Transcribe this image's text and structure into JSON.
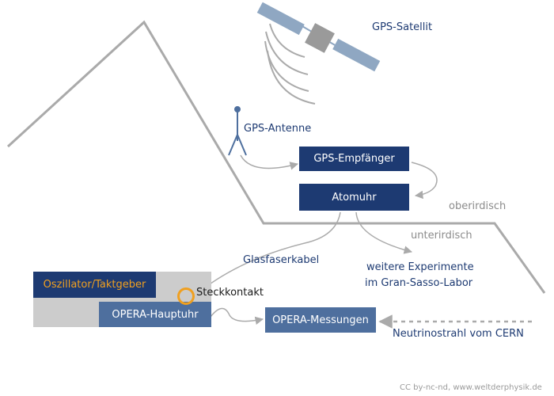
{
  "labels": {
    "gps_satellite": "GPS-Satellit",
    "gps_antenna": "GPS-Antenne",
    "gps_receiver": "GPS-Empfänger",
    "atomic_clock": "Atomuhr",
    "above_ground": "oberirdisch",
    "below_ground": "unterirdisch",
    "fiber_cable": "Glasfaserkabel",
    "further_experiments_line1": "weitere Experimente",
    "further_experiments_line2": "im Gran-Sasso-Labor",
    "oscillator": "Oszillator/Taktgeber",
    "plug_contact": "Steckkontakt",
    "main_clock": "OPERA-Hauptuhr",
    "measurements": "OPERA-Messungen",
    "neutrino_beam": "Neutrinostrahl vom CERN",
    "credit": "CC by-nc-nd, www.weltderphysik.de"
  },
  "colors": {
    "dark_blue": "#1d3a72",
    "medium_blue": "#4e6f9e",
    "gray": "#aaaaaa",
    "light_gray": "#cccccc",
    "orange": "#f0a020"
  }
}
